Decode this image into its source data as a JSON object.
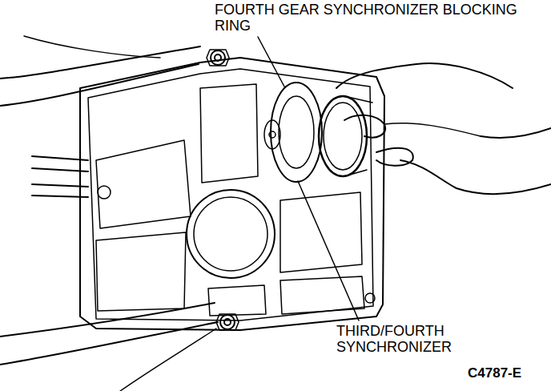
{
  "diagram": {
    "labels": [
      "FOURTH GEAR SYNCHRONIZER BLOCKING RING",
      "THIRD/FOURTH SYNCHRONIZER",
      "C4787-E"
    ]
  }
}
